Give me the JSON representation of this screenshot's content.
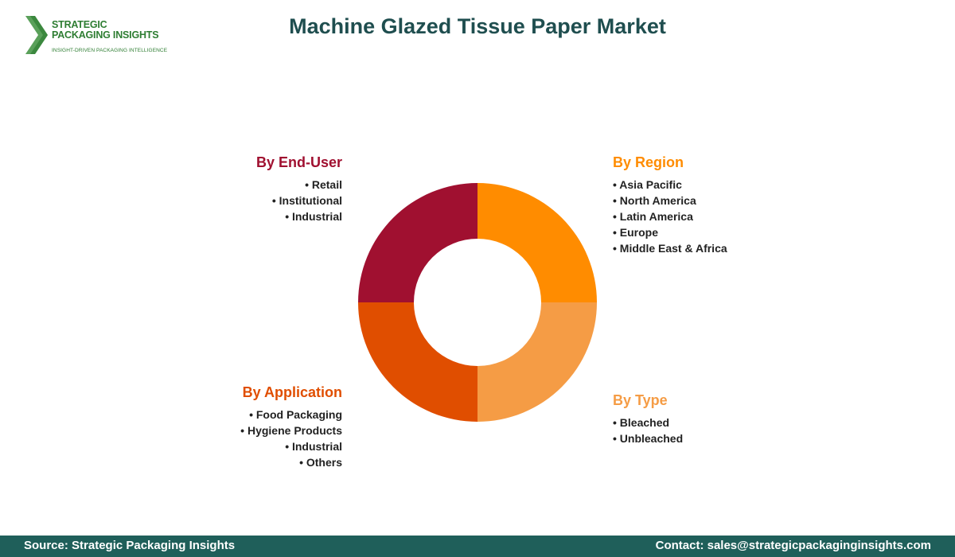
{
  "logo": {
    "line1": "STRATEGIC",
    "line2": "PACKAGING INSIGHTS",
    "tagline": "INSIGHT-DRIVEN PACKAGING INTELLIGENCE",
    "color": "#2e7d32"
  },
  "title": "Machine Glazed Tissue Paper Market",
  "chart_data": {
    "type": "pie",
    "donut": true,
    "title": "Machine Glazed Tissue Paper Market",
    "slices": [
      {
        "label": "By Region",
        "value": 25,
        "color": "#ff8c00",
        "items": [
          "Asia Pacific",
          "North America",
          "Latin America",
          "Europe",
          "Middle East & Africa"
        ]
      },
      {
        "label": "By Type",
        "value": 25,
        "color": "#f59c45",
        "items": [
          "Bleached",
          "Unbleached"
        ]
      },
      {
        "label": "By Application",
        "value": 25,
        "color": "#e04e00",
        "items": [
          "Food Packaging",
          "Hygiene Products",
          "Industrial",
          "Others"
        ]
      },
      {
        "label": "By End-User",
        "value": 25,
        "color": "#a01030",
        "items": [
          "Retail",
          "Institutional",
          "Industrial"
        ]
      }
    ]
  },
  "footer": {
    "source": "Source: Strategic Packaging Insights",
    "contact": "Contact: sales@strategicpackaginginsights.com"
  }
}
